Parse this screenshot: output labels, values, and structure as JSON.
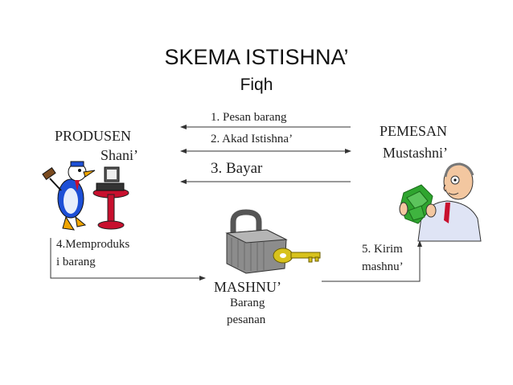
{
  "title": "SKEMA ISTISHNA’",
  "subtitle": "Fiqh",
  "producer": {
    "label": "PRODUSEN",
    "sublabel": "Shani’"
  },
  "orderer": {
    "label": "PEMESAN",
    "sublabel": "Mustashni’"
  },
  "object": {
    "label": "MASHNU’",
    "sublabel_line1": "Barang",
    "sublabel_line2": "pesanan"
  },
  "steps": {
    "s1": "1. Pesan barang",
    "s2": "2. Akad Istishna’",
    "s3": "3. Bayar",
    "s4_line1": "4.Memproduks",
    "s4_line2": "i barang",
    "s5_line1": "5. Kirim",
    "s5_line2": "mashnu’"
  },
  "colors": {
    "arrow": "#333333",
    "duck_body": "#1d4fd6",
    "stand": "#c8102e",
    "money": "#2fa52f",
    "lock": "#8c8c8c",
    "key": "#d8c21c"
  },
  "icons": [
    "duck-at-computer-icon",
    "businessman-with-money-icon",
    "padlock-with-key-icon"
  ]
}
